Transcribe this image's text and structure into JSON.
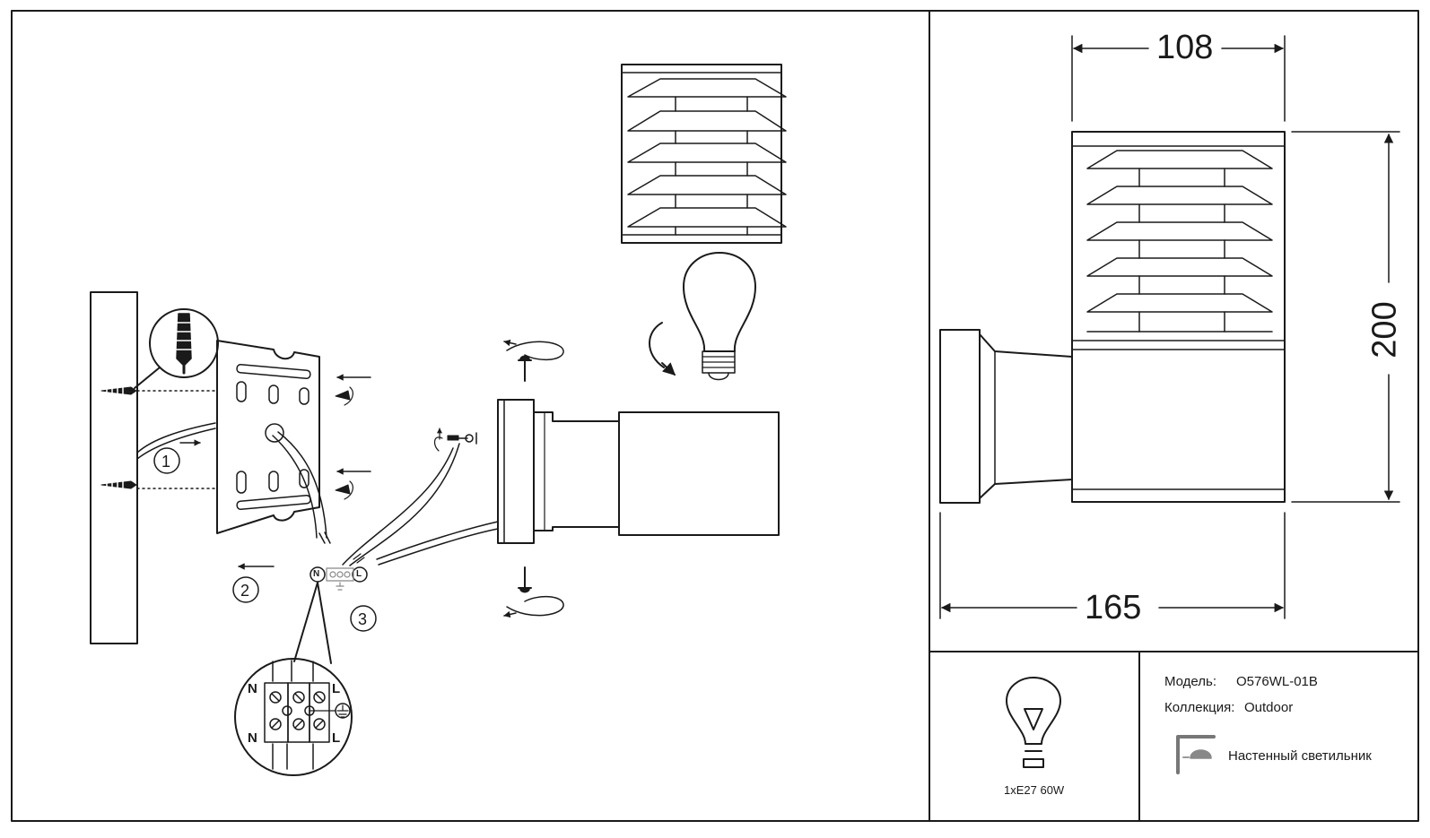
{
  "assembly": {
    "step_labels": [
      "1",
      "2",
      "3"
    ],
    "terminal_labels": {
      "neutral": "N",
      "live": "L"
    },
    "detail_labels": {
      "neutral_top": "N",
      "live_top": "L",
      "neutral_bottom": "N",
      "live_bottom": "L"
    }
  },
  "dimensions": {
    "width": "108",
    "height": "200",
    "depth": "165"
  },
  "info": {
    "model_label": "Модель:",
    "model_value": "O576WL-01B",
    "collection_label": "Коллекция:",
    "collection_value": "Outdoor",
    "type_label": "Настенный светильник",
    "lamp_spec": "1xE27 60W"
  },
  "icons": [
    "bulb-icon",
    "wall-lamp-icon",
    "earth-icon",
    "screw-icon",
    "rotate-arrow-icon",
    "wall-plug-icon"
  ]
}
